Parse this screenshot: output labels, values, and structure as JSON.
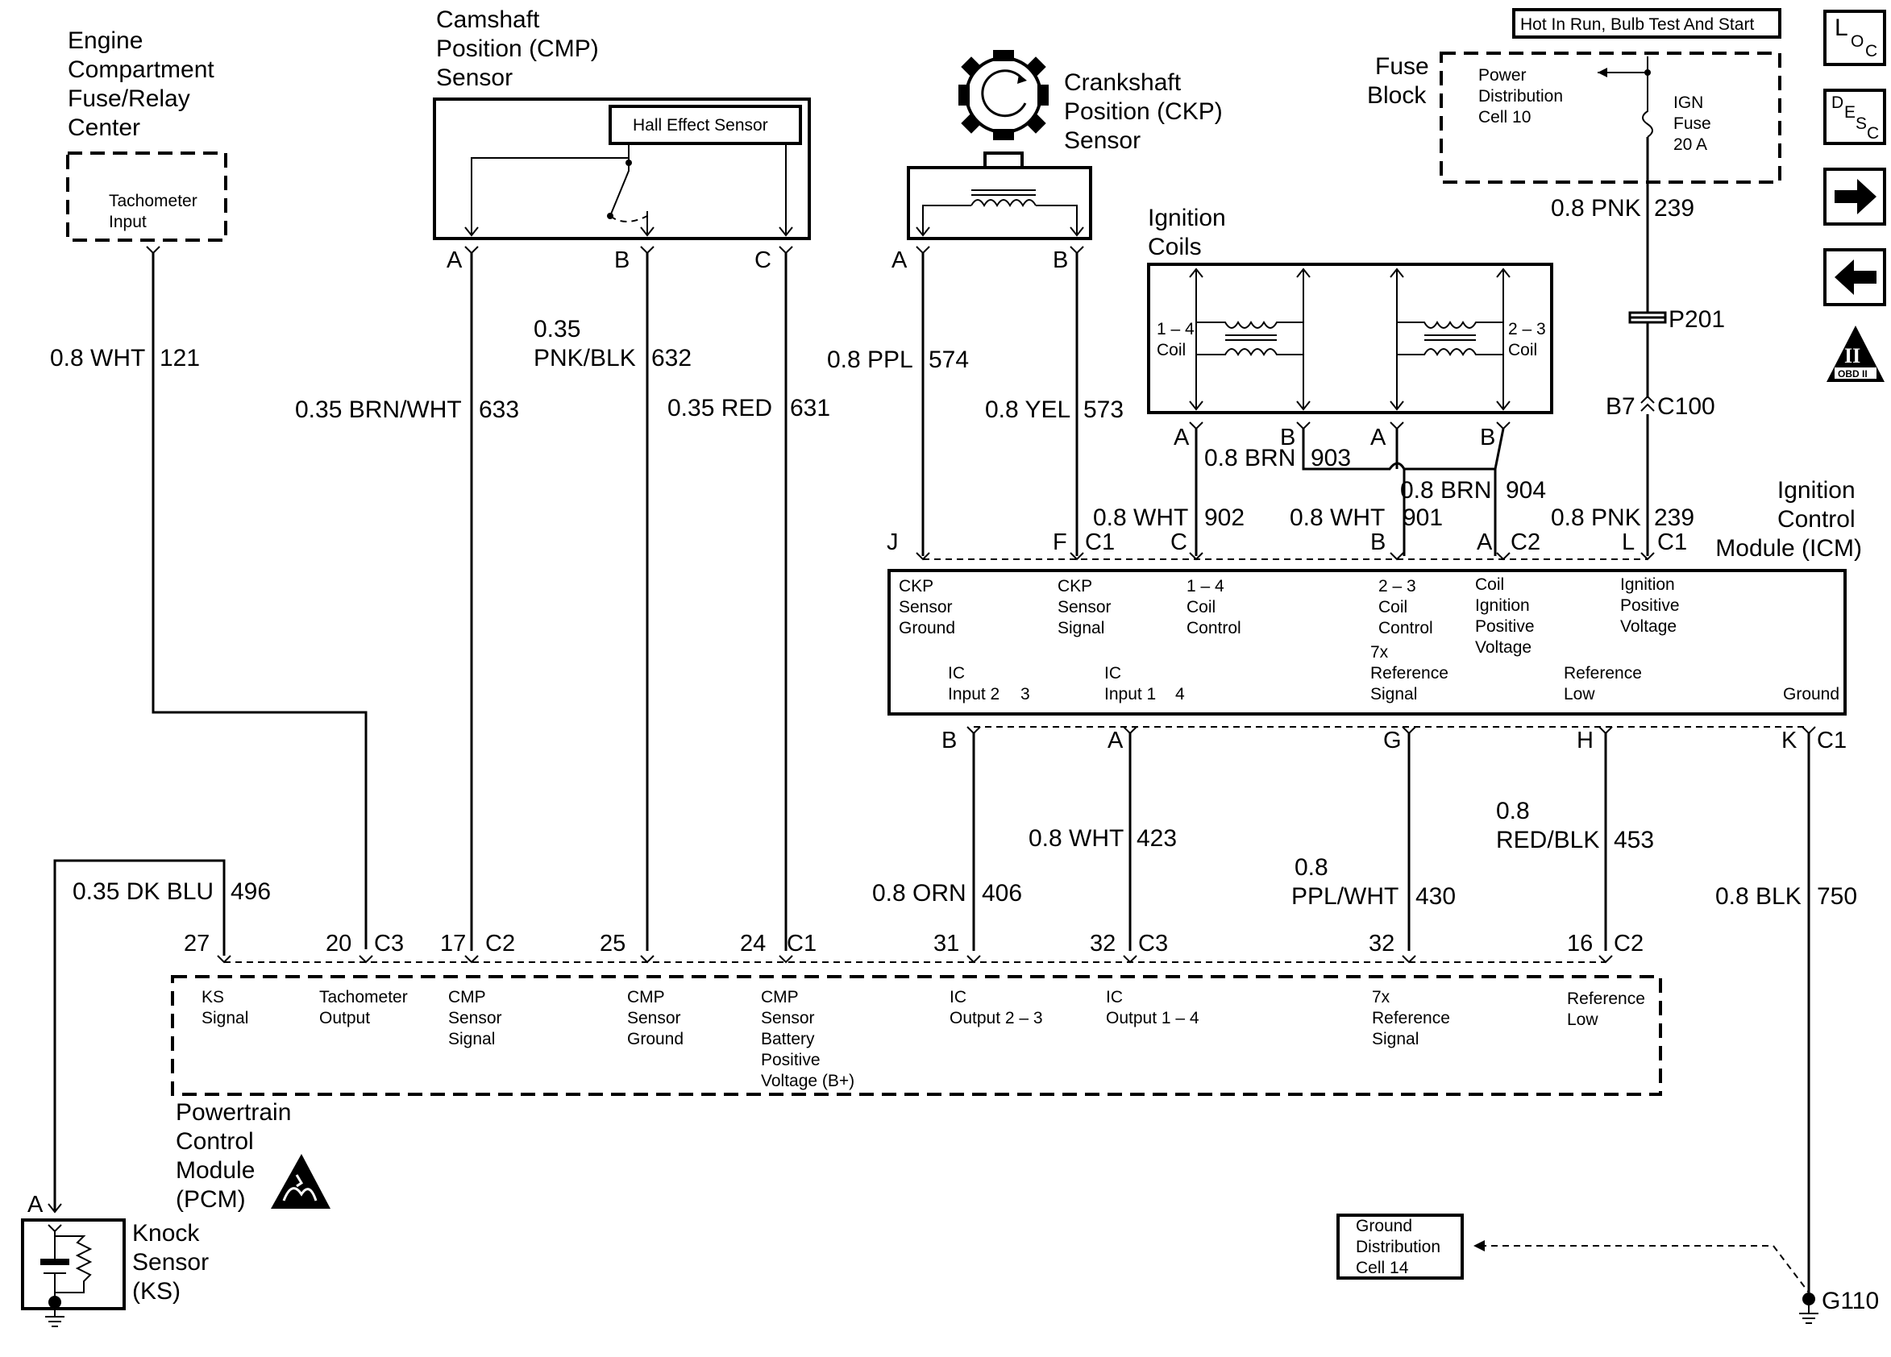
{
  "colors": {
    "ink": "#000000",
    "paper": "#ffffff"
  },
  "header": {
    "hot_label": "Hot In Run, Bulb Test And Start"
  },
  "side_buttons": {
    "loc": [
      "L",
      "O",
      "C"
    ],
    "desc": [
      "D",
      "E",
      "S",
      "C"
    ],
    "next_icon": "arrow-right-icon",
    "prev_icon": "arrow-left-icon",
    "obd_numeral": "II",
    "obd_text": "OBD II"
  },
  "components": {
    "engine_fuse_center": {
      "title": [
        "Engine",
        "Compartment",
        "Fuse/Relay",
        "Center"
      ],
      "input": [
        "Tachometer",
        "Input"
      ]
    },
    "cmp_sensor": {
      "title": [
        "Camshaft",
        "Position (CMP)",
        "Sensor"
      ],
      "hall": "Hall Effect Sensor",
      "pins": [
        "A",
        "B",
        "C"
      ]
    },
    "ckp_sensor": {
      "title": [
        "Crankshaft",
        "Position (CKP)",
        "Sensor"
      ],
      "pins": [
        "A",
        "B"
      ]
    },
    "ignition_coils": {
      "title": [
        "Ignition",
        "Coils"
      ],
      "coil_14": [
        "1 – 4",
        "Coil"
      ],
      "coil_23": [
        "2 – 3",
        "Coil"
      ],
      "pins": [
        "A",
        "B",
        "A",
        "B"
      ]
    },
    "fuse_block": {
      "title": [
        "Fuse",
        "Block"
      ],
      "pdc": [
        "Power",
        "Distribution",
        "Cell 10"
      ],
      "fuse": [
        "IGN",
        "Fuse",
        "20 A"
      ]
    },
    "connectors": {
      "p201": "P201",
      "b7": "B7",
      "c100": "C100"
    },
    "icm": {
      "title": [
        "Ignition",
        "Control",
        "Module (ICM)"
      ],
      "top_pins": [
        "J",
        "F",
        "C1",
        "C",
        "B",
        "A",
        "C2",
        "L",
        "C1"
      ],
      "labels_top": [
        [
          "CKP",
          "Sensor",
          "Ground"
        ],
        [
          "CKP",
          "Sensor",
          "Signal"
        ],
        [
          "1 – 4",
          "Coil",
          "Control"
        ],
        [
          "2 – 3",
          "Coil",
          "Control"
        ],
        [
          "Coil",
          "Ignition",
          "Positive",
          "Voltage"
        ],
        [
          "Ignition",
          "Positive",
          "Voltage"
        ]
      ],
      "labels_bottom": [
        [
          "IC",
          "Input 2",
          "3"
        ],
        [
          "IC",
          "Input 1",
          "4"
        ],
        [
          "7x",
          "Reference",
          "Signal"
        ],
        [
          "Reference",
          "Low"
        ],
        [
          "Ground"
        ]
      ],
      "bottom_pins": [
        "B",
        "A",
        "G",
        "H",
        "K",
        "C1"
      ]
    },
    "pcm": {
      "title": [
        "Powertrain",
        "Control",
        "Module",
        "(PCM)"
      ],
      "pin_labels": [
        "27",
        "20",
        "C3",
        "17",
        "C2",
        "25",
        "24",
        "C1",
        "31",
        "32",
        "C3",
        "32",
        "16",
        "C2"
      ],
      "labels": [
        [
          "KS",
          "Signal"
        ],
        [
          "Tachometer",
          "Output"
        ],
        [
          "CMP",
          "Sensor",
          "Signal"
        ],
        [
          "CMP",
          "Sensor",
          "Ground"
        ],
        [
          "CMP",
          "Sensor",
          "Battery",
          "Positive",
          "Voltage (B+)"
        ],
        [
          "IC",
          "Output 2 – 3"
        ],
        [
          "IC",
          "Output 1 – 4"
        ],
        [
          "7x",
          "Reference",
          "Signal"
        ],
        [
          "Reference",
          "Low"
        ]
      ]
    },
    "knock_sensor": {
      "title": [
        "Knock",
        "Sensor",
        "(KS)"
      ],
      "pin": "A"
    },
    "ground_dist": {
      "label": [
        "Ground",
        "Distribution",
        "Cell 14"
      ],
      "ground": "G110"
    }
  },
  "wires": {
    "w121": {
      "gauge": "0.8 WHT",
      "circuit": "121"
    },
    "w633": {
      "gauge": "0.35 BRN/WHT",
      "circuit": "633"
    },
    "w632": {
      "gauge": [
        "0.35",
        "PNK/BLK"
      ],
      "circuit": "632"
    },
    "w631": {
      "gauge": "0.35 RED",
      "circuit": "631"
    },
    "w574": {
      "gauge": "0.8 PPL",
      "circuit": "574"
    },
    "w573": {
      "gauge": "0.8 YEL",
      "circuit": "573"
    },
    "w903": {
      "gauge": "0.8 BRN",
      "circuit": "903"
    },
    "w904": {
      "gauge": "0.8 BRN",
      "circuit": "904"
    },
    "w902": {
      "gauge": "0.8 WHT",
      "circuit": "902"
    },
    "w901": {
      "gauge": "0.8 WHT",
      "circuit": "901"
    },
    "w239a": {
      "gauge": "0.8 PNK",
      "circuit": "239"
    },
    "w239b": {
      "gauge": "0.8 PNK",
      "circuit": "239"
    },
    "w496": {
      "gauge": "0.35 DK BLU",
      "circuit": "496"
    },
    "w406": {
      "gauge": "0.8 ORN",
      "circuit": "406"
    },
    "w423": {
      "gauge": "0.8 WHT",
      "circuit": "423"
    },
    "w430": {
      "gauge": [
        "0.8",
        "PPL/WHT"
      ],
      "circuit": "430"
    },
    "w453": {
      "gauge": [
        "0.8",
        "RED/BLK"
      ],
      "circuit": "453"
    },
    "w750": {
      "gauge": "0.8 BLK",
      "circuit": "750"
    }
  }
}
